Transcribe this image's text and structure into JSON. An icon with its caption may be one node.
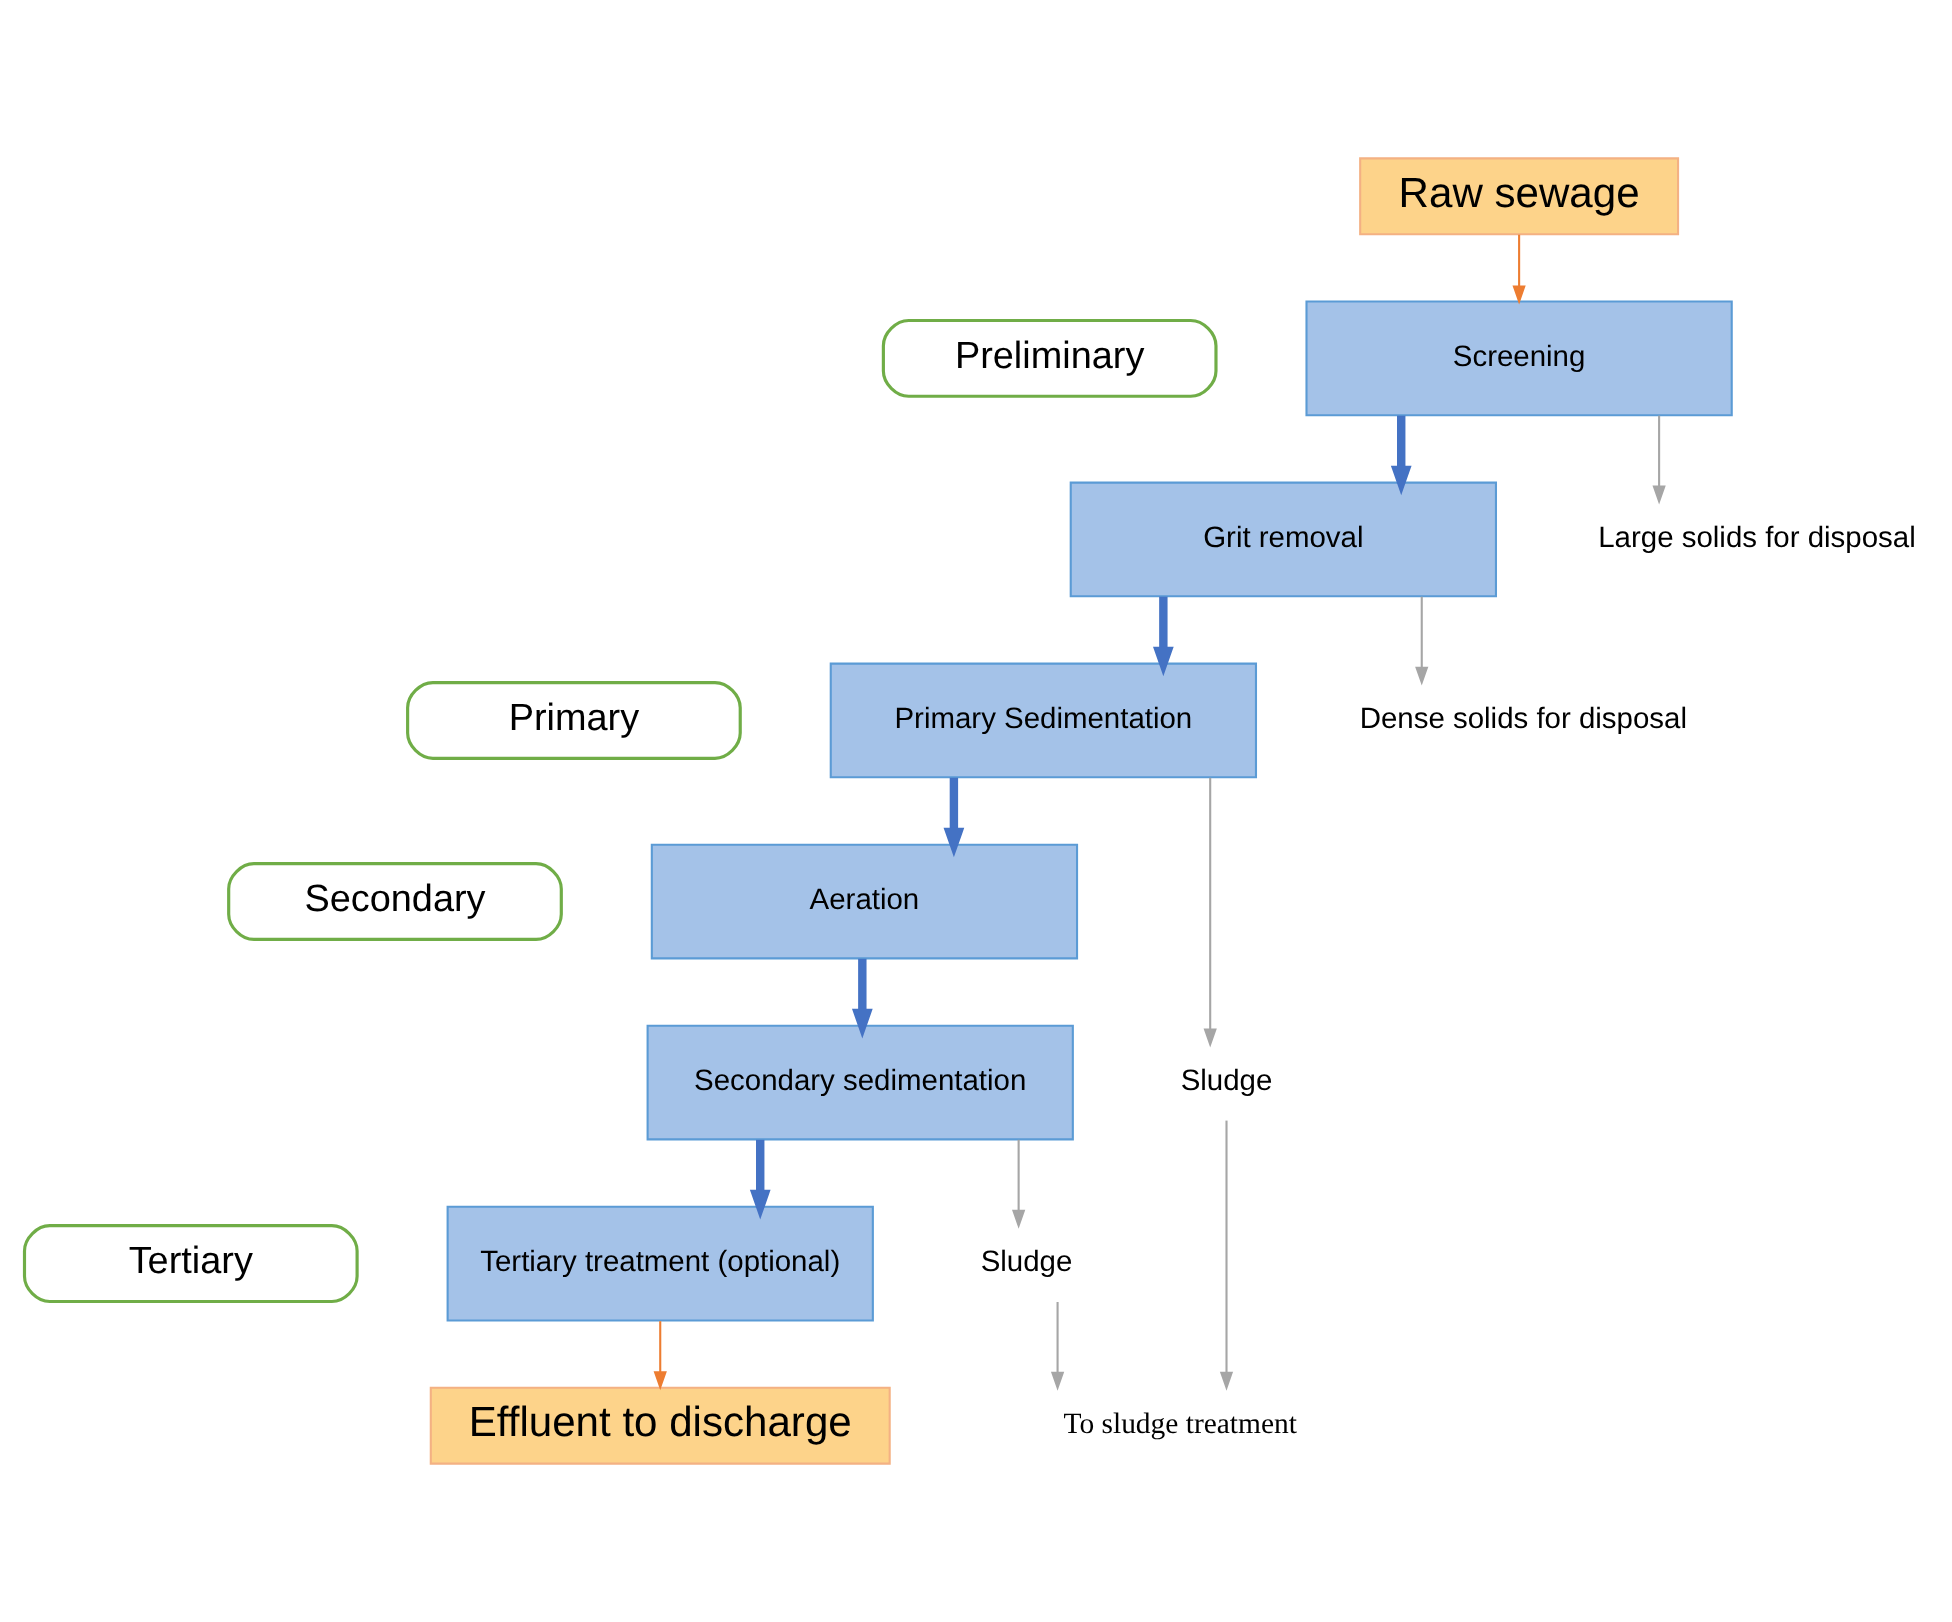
{
  "diagram": {
    "nodes": [
      {
        "text": [
          "Raw sewage"
        ]
      },
      {
        "text": [
          "Screening"
        ]
      },
      {
        "text": [
          "Grit removal"
        ]
      },
      {
        "text": [
          "Primary Sedimentation"
        ]
      },
      {
        "text": [
          "Aeration"
        ]
      },
      {
        "text": [
          "Secondary sedimentation"
        ]
      },
      {
        "text": [
          "Tertiary treatment (optional)"
        ]
      },
      {
        "text": [
          "Effluent to discharge"
        ]
      },
      {
        "text": [
          "Large solids for disposal"
        ]
      },
      {
        "text": [
          "Dense solids for disposal"
        ]
      },
      {
        "text": [
          "Sludge"
        ]
      },
      {
        "text": [
          "Sludge"
        ]
      },
      {
        "text": [
          "To sludge treatment"
        ]
      },
      {
        "text": [
          "Preliminary"
        ]
      },
      {
        "text": [
          "Primary"
        ]
      },
      {
        "text": [
          "Secondary"
        ]
      },
      {
        "text": [
          "Tertiary"
        ]
      }
    ],
    "edges": [
      {
        "from": 0,
        "to": 1,
        "arrow": "to",
        "color": "#ed7d31"
      },
      {
        "from": 1,
        "to": 2,
        "arrow": "to",
        "style": "thick",
        "color": "#4472c4"
      },
      {
        "from": 2,
        "to": 3,
        "arrow": "to",
        "style": "thick",
        "color": "#4472c4"
      },
      {
        "from": 3,
        "to": 4,
        "arrow": "to",
        "style": "thick",
        "color": "#4472c4"
      },
      {
        "from": 4,
        "to": 5,
        "arrow": "to",
        "style": "thick",
        "color": "#4472c4"
      },
      {
        "from": 5,
        "to": 6,
        "arrow": "to",
        "style": "thick",
        "color": "#4472c4"
      },
      {
        "from": 6,
        "to": 7,
        "arrow": "to",
        "color": "#ed7d31"
      },
      {
        "from": 1,
        "to": 8,
        "arrow": "to"
      },
      {
        "from": 2,
        "to": 9,
        "arrow": "to"
      },
      {
        "from": 3,
        "to": 10,
        "arrow": "to"
      },
      {
        "from": 5,
        "to": 11,
        "arrow": "to"
      },
      {
        "from": 10,
        "to": 12,
        "arrow": "to"
      },
      {
        "from": 11,
        "to": 12,
        "arrow": "to"
      }
    ]
  }
}
